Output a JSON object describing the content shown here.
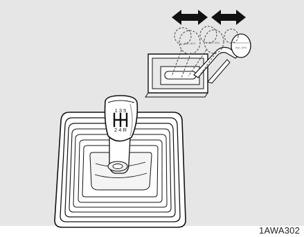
{
  "figure": {
    "id_label": "1AWA302"
  },
  "shift_pattern": {
    "top_row": "1 3 5",
    "bottom_row": "2 4 R",
    "symbol": "H-gate"
  },
  "small_knob_labels": [
    "AUL-4H1",
    "AUL-4H1",
    "AUL-4H1"
  ],
  "colors": {
    "panel": "#e6e6e6",
    "ink": "#1a1a1a",
    "knob_light": "#f2f2f2",
    "dashed": "#444444"
  },
  "icons": {
    "movement_arrows": "double-headed-arrow"
  }
}
